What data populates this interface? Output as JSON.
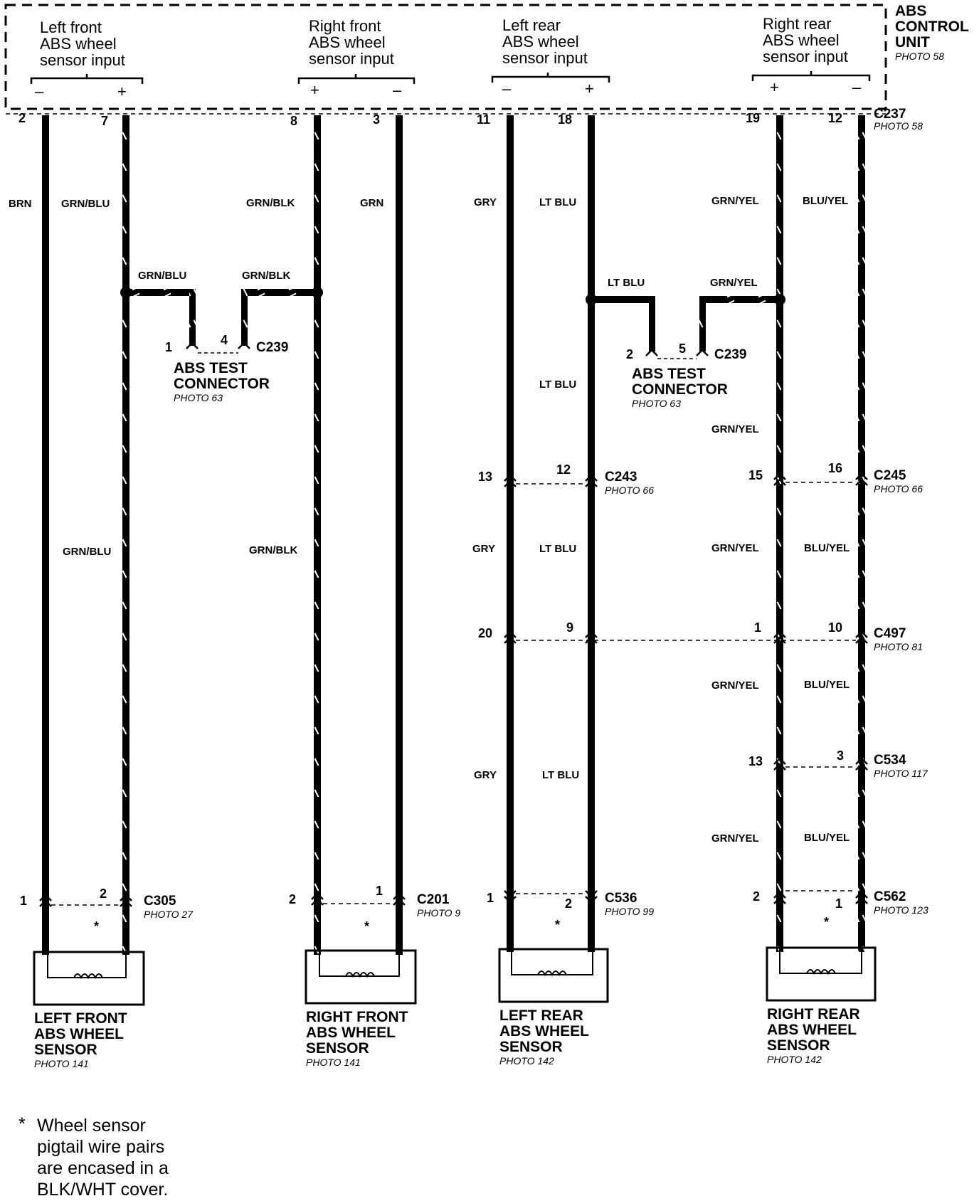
{
  "ecu": {
    "name_lines": [
      "ABS",
      "CONTROL",
      "UNIT"
    ],
    "photo": "PHOTO 58",
    "connector": "C237",
    "connector_photo": "PHOTO 58",
    "inputs": [
      {
        "lines": [
          "Left front",
          "ABS wheel",
          "sensor input"
        ],
        "left_sign": "–",
        "right_sign": "+"
      },
      {
        "lines": [
          "Right front",
          "ABS wheel",
          "sensor input"
        ],
        "left_sign": "+",
        "right_sign": "–"
      },
      {
        "lines": [
          "Left rear",
          "ABS wheel",
          "sensor input"
        ],
        "left_sign": "–",
        "right_sign": "+"
      },
      {
        "lines": [
          "Right rear",
          "ABS wheel",
          "sensor input"
        ],
        "left_sign": "+",
        "right_sign": "–"
      }
    ]
  },
  "ecu_pins": [
    "2",
    "7",
    "8",
    "3",
    "11",
    "18",
    "19",
    "12"
  ],
  "wire_labels": {
    "top": [
      "BRN",
      "GRN/BLU",
      "GRN/BLK",
      "GRN",
      "GRY",
      "LT BLU",
      "GRN/YEL",
      "BLU/YEL"
    ],
    "lf_mid": "GRN/BLU",
    "rf_mid": "GRN/BLK",
    "test1_left": "GRN/BLU",
    "test1_right": "GRN/BLK",
    "test2_left": "LT BLU",
    "test2_right": "GRN/YEL",
    "lr_mid_plus": "LT BLU",
    "rr_mid_plus": "GRN/YEL",
    "seg_c243": [
      "GRY",
      "LT BLU",
      "GRN/YEL",
      "BLU/YEL"
    ],
    "seg_c497": [
      "GRN/YEL",
      "BLU/YEL"
    ],
    "seg_lr_low": [
      "GRY",
      "LT BLU"
    ],
    "seg_c534": [
      "GRN/YEL",
      "BLU/YEL"
    ]
  },
  "test_connectors": [
    {
      "pin_a": "1",
      "pin_b": "4",
      "connector": "C239",
      "name_lines": [
        "ABS TEST",
        "CONNECTOR"
      ],
      "photo": "PHOTO 63"
    },
    {
      "pin_a": "2",
      "pin_b": "5",
      "connector": "C239",
      "name_lines": [
        "ABS TEST",
        "CONNECTOR"
      ],
      "photo": "PHOTO 63"
    }
  ],
  "inline_connectors": [
    {
      "name": "C243",
      "photo": "PHOTO 66",
      "pin_left": "13",
      "pin_right": "12"
    },
    {
      "name": "C245",
      "photo": "PHOTO 66",
      "pin_left": "15",
      "pin_right": "16"
    },
    {
      "name": "C497",
      "photo": "PHOTO 81",
      "pin_a": "20",
      "pin_b": "9",
      "pin_c": "1",
      "pin_d": "10"
    },
    {
      "name": "C534",
      "photo": "PHOTO 117",
      "pin_left": "13",
      "pin_right": "3"
    }
  ],
  "sensors": [
    {
      "connector": "C305",
      "connector_photo": "PHOTO 27",
      "pin_left": "1",
      "pin_right": "2",
      "name_lines": [
        "LEFT FRONT",
        "ABS WHEEL",
        "SENSOR"
      ],
      "photo": "PHOTO 141",
      "marker": "*"
    },
    {
      "connector": "C201",
      "connector_photo": "PHOTO 9",
      "pin_left": "2",
      "pin_right": "1",
      "name_lines": [
        "RIGHT FRONT",
        "ABS WHEEL",
        "SENSOR"
      ],
      "photo": "PHOTO 141",
      "marker": "*"
    },
    {
      "connector": "C536",
      "connector_photo": "PHOTO 99",
      "pin_left": "1",
      "pin_right": "2",
      "name_lines": [
        "LEFT REAR",
        "ABS WHEEL",
        "SENSOR"
      ],
      "photo": "PHOTO 142",
      "marker": "*"
    },
    {
      "connector": "C562",
      "connector_photo": "PHOTO 123",
      "pin_left": "2",
      "pin_right": "1",
      "name_lines": [
        "RIGHT REAR",
        "ABS WHEEL",
        "SENSOR"
      ],
      "photo": "PHOTO 142",
      "marker": "*"
    }
  ],
  "footnote": {
    "marker": "*",
    "lines": [
      "Wheel sensor",
      "pigtail wire pairs",
      "are encased in a",
      "BLK/WHT cover."
    ]
  }
}
